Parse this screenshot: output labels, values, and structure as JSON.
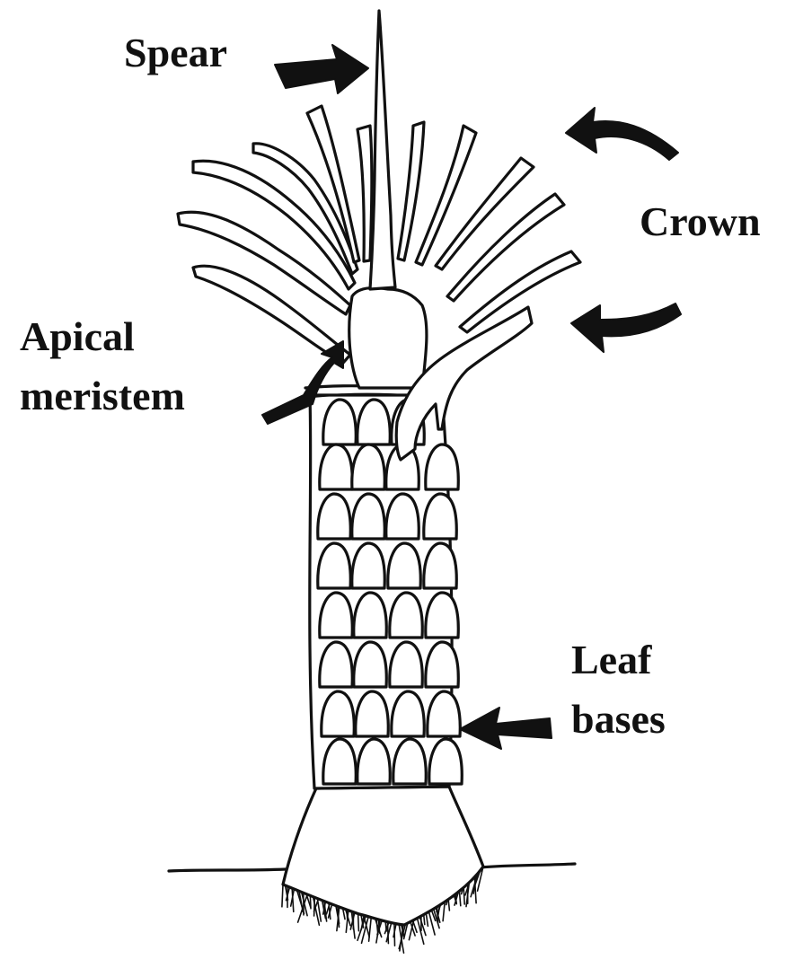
{
  "labels": {
    "spear": "Spear",
    "crown": "Crown",
    "apical_line1": "Apical",
    "apical_line2": "meristem",
    "leaf_line1": "Leaf",
    "leaf_line2": "bases"
  },
  "colors": {
    "ink": "#111111",
    "background": "#ffffff"
  }
}
